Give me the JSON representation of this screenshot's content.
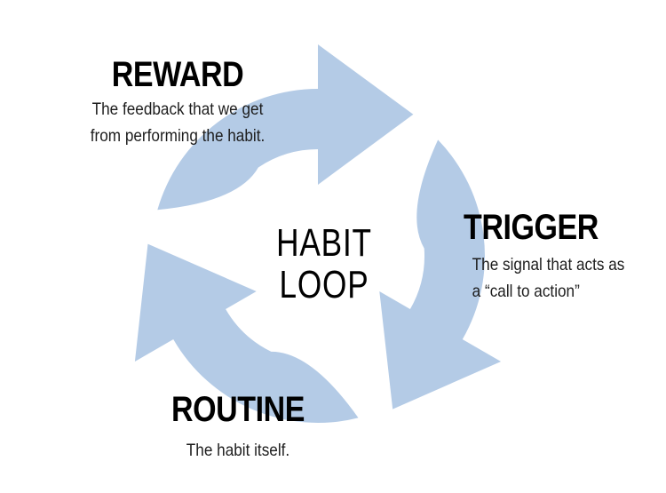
{
  "diagram": {
    "type": "cycle",
    "arrow_color": "#b4cbe6",
    "background_color": "#ffffff",
    "center": {
      "line1": "HABIT",
      "line2": "LOOP"
    },
    "steps": [
      {
        "id": "reward",
        "title": "REWARD",
        "desc_line1": "The feedback that we get",
        "desc_line2": "from performing the habit."
      },
      {
        "id": "trigger",
        "title": "TRIGGER",
        "desc_line1": "The signal that acts as",
        "desc_line2": "a “call to action”"
      },
      {
        "id": "routine",
        "title": "ROUTINE",
        "desc_line1": "The habit itself."
      }
    ]
  }
}
